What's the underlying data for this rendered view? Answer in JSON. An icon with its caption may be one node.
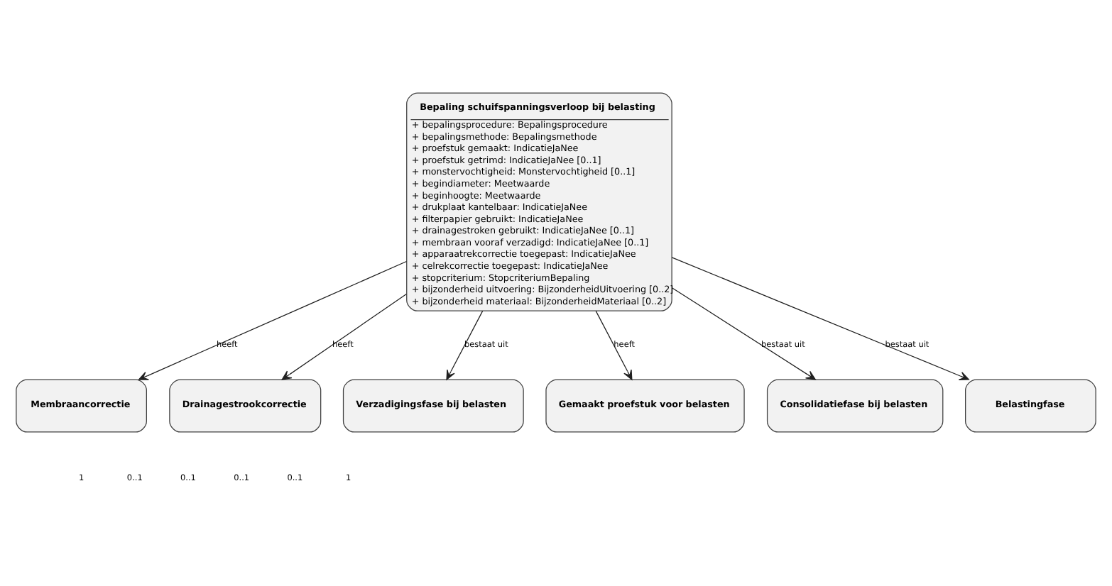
{
  "diagram": {
    "nodes": [
      {
        "text": [
          "Bepaling schuifspanningsverloop bij belasting",
          "+ bepalingsprocedure: Bepalingsprocedure",
          "+ bepalingsmethode: Bepalingsmethode",
          "+ proefstuk gemaakt: IndicatieJaNee",
          "+ proefstuk getrimd: IndicatieJaNee [0..1]",
          "+ monstervochtigheid: Monstervochtigheid [0..1]",
          "+ begindiameter: Meetwaarde",
          "+ beginhoogte: Meetwaarde",
          "+ drukplaat kantelbaar: IndicatieJaNee",
          "+ filterpapier gebruikt: IndicatieJaNee",
          "+ drainagestroken gebruikt: IndicatieJaNee [0..1]",
          "+ membraan vooraf verzadigd: IndicatieJaNee [0..1]",
          "+ apparaatrekcorrectie toegepast: IndicatieJaNee",
          "+ celrekcorrectie toegepast: IndicatieJaNee",
          "+ stopcriterium: StopcriteriumBepaling",
          "+ bijzonderheid uitvoering: BijzonderheidUitvoering [0..2]",
          "+ bijzonderheid materiaal: BijzonderheidMateriaal [0..2]"
        ]
      },
      {
        "text": [
          "Membraancorrectie"
        ]
      },
      {
        "text": [
          "Drainagestrookcorrectie"
        ]
      },
      {
        "text": [
          "Verzadigingsfase bij belasten"
        ]
      },
      {
        "text": [
          "Gemaakt proefstuk voor belasten"
        ]
      },
      {
        "text": [
          "Consolidatiefase bij belasten"
        ]
      },
      {
        "text": [
          "Belastingfase"
        ]
      }
    ],
    "edges": [
      {
        "from": 0,
        "to": 1,
        "arrow": "to",
        "label": "heeft"
      },
      {
        "from": 0,
        "to": 2,
        "arrow": "to",
        "label": "heeft"
      },
      {
        "from": 0,
        "to": 3,
        "arrow": "to",
        "label": "bestaat uit"
      },
      {
        "from": 0,
        "to": 4,
        "arrow": "to",
        "label": "heeft"
      },
      {
        "from": 0,
        "to": 5,
        "arrow": "to",
        "label": "bestaat uit"
      },
      {
        "from": 0,
        "to": 6,
        "arrow": "to",
        "label": "bestaat uit"
      }
    ],
    "labels": [
      "1",
      "0..1",
      "0..1",
      "0..1",
      "0..1",
      "1"
    ]
  }
}
